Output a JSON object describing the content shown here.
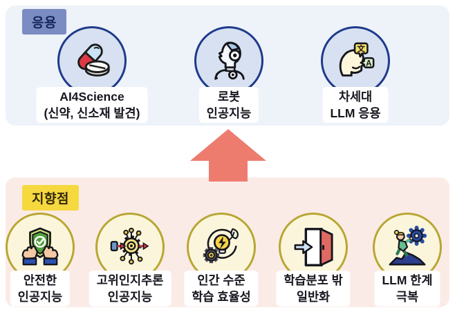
{
  "figure": {
    "top_section": {
      "tag": "응용",
      "items": [
        {
          "name": "ai4science",
          "icon": "pill-icon",
          "line1": "AI4Science",
          "line2": "(신약, 신소재 발견)"
        },
        {
          "name": "robot-ai",
          "icon": "robot-icon",
          "line1": "로봇",
          "line2": "인공지능"
        },
        {
          "name": "next-gen-llm",
          "icon": "translation-icon",
          "line1": "차세대",
          "line2": "LLM 응용"
        }
      ]
    },
    "bottom_section": {
      "tag": "지향점",
      "items": [
        {
          "name": "safe-ai",
          "icon": "shield-hands-icon",
          "line1": "안전한",
          "line2": "인공지능"
        },
        {
          "name": "high-cognitive-reasoning-ai",
          "icon": "network-gear-icon",
          "line1": "고위인지추론",
          "line2": "인공지능"
        },
        {
          "name": "human-level-learning-efficiency",
          "icon": "bulb-gear-leaf-icon",
          "line1": "인간 수준",
          "line2": "학습 효율성"
        },
        {
          "name": "out-of-distribution-generalization",
          "icon": "door-arrow-icon",
          "line1": "학습분포 밖",
          "line2": "일반화"
        },
        {
          "name": "overcome-llm-limits",
          "icon": "climb-gear-icon",
          "line1": "LLM 한계",
          "line2": "극복"
        }
      ]
    },
    "icon_glyphs": {
      "translation_bubble_top": "文",
      "translation_bubble_bottom": "A"
    },
    "colors": {
      "top_section_bg": "#EEF2F9",
      "top_tag_bg": "#7B8CC2",
      "top_tag_text": "#14265C",
      "top_circle_fill": "#D8E1F1",
      "top_circle_border": "#1E3A8C",
      "bottom_section_bg": "#FBEBE6",
      "bottom_tag_bg": "#F6D83F",
      "bottom_tag_text": "#33290A",
      "bottom_circle_fill": "#FBF6DB",
      "bottom_circle_border": "#B9A634",
      "arrow": "#ED7C6F",
      "label_text": "#15161E",
      "label_box_bg": "#FFFFFF"
    }
  }
}
